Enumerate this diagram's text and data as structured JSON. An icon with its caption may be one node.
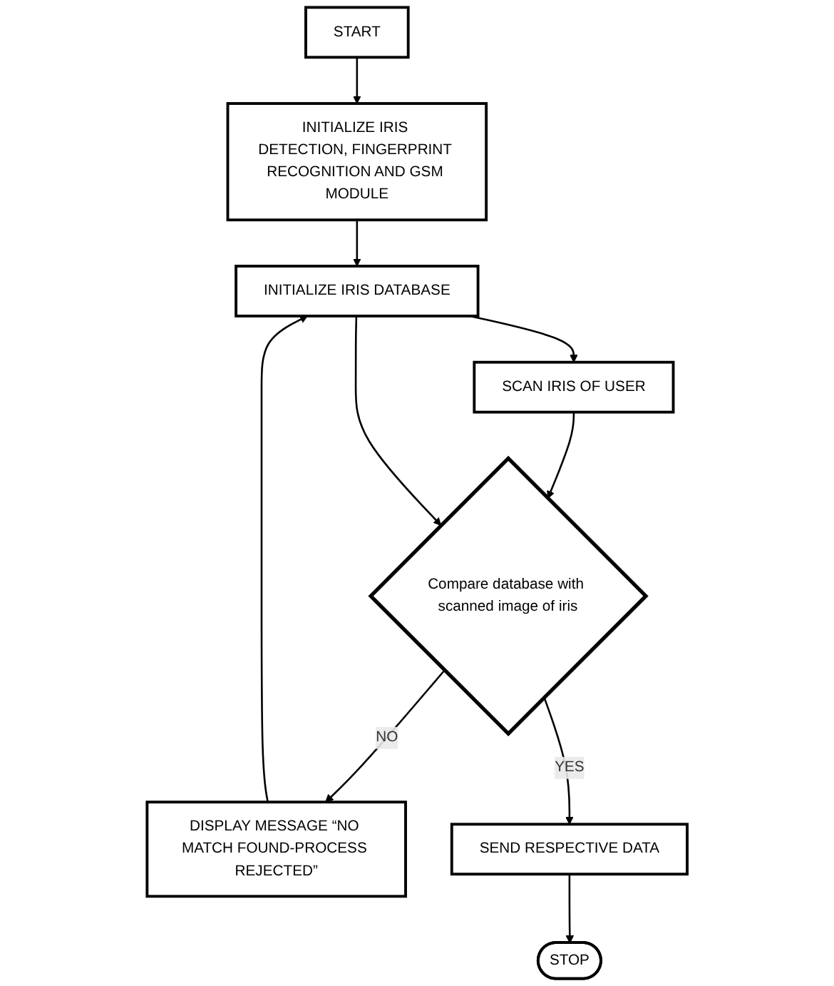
{
  "diagram": {
    "nodes": [
      {
        "text": [
          "START"
        ]
      },
      {
        "text": [
          "INITIALIZE IRIS DETECTION, FINGERPRINT RECOGNITION AND GSM MODULE"
        ]
      },
      {
        "text": [
          "INITIALIZE IRIS DATABASE"
        ]
      },
      {
        "text": [
          "SCAN IRIS OF USER"
        ]
      },
      {
        "text": [
          "Compare database with scanned image of iris"
        ]
      },
      {
        "text": [
          "DISPLAY MESSAGE “NO MATCH FOUND-PROCESS REJECTED”"
        ]
      },
      {
        "text": [
          "SEND RESPECTIVE DATA"
        ]
      },
      {
        "text": [
          "STOP"
        ]
      }
    ],
    "edges": [
      {
        "from": 0,
        "to": 1,
        "arrow": "to"
      },
      {
        "from": 1,
        "to": 2,
        "arrow": "to"
      },
      {
        "from": 2,
        "to": 3,
        "arrow": "to"
      },
      {
        "from": 3,
        "to": 4,
        "arrow": "to"
      },
      {
        "from": 4,
        "to": 5,
        "arrow": "to",
        "label": "NO"
      },
      {
        "from": 4,
        "to": 6,
        "arrow": "to",
        "label": "YES"
      },
      {
        "from": 6,
        "to": 7,
        "arrow": "to"
      },
      {
        "from": 5,
        "to": 2,
        "arrow": "to"
      },
      {
        "from": 2,
        "to": 4,
        "arrow": "to"
      }
    ]
  }
}
